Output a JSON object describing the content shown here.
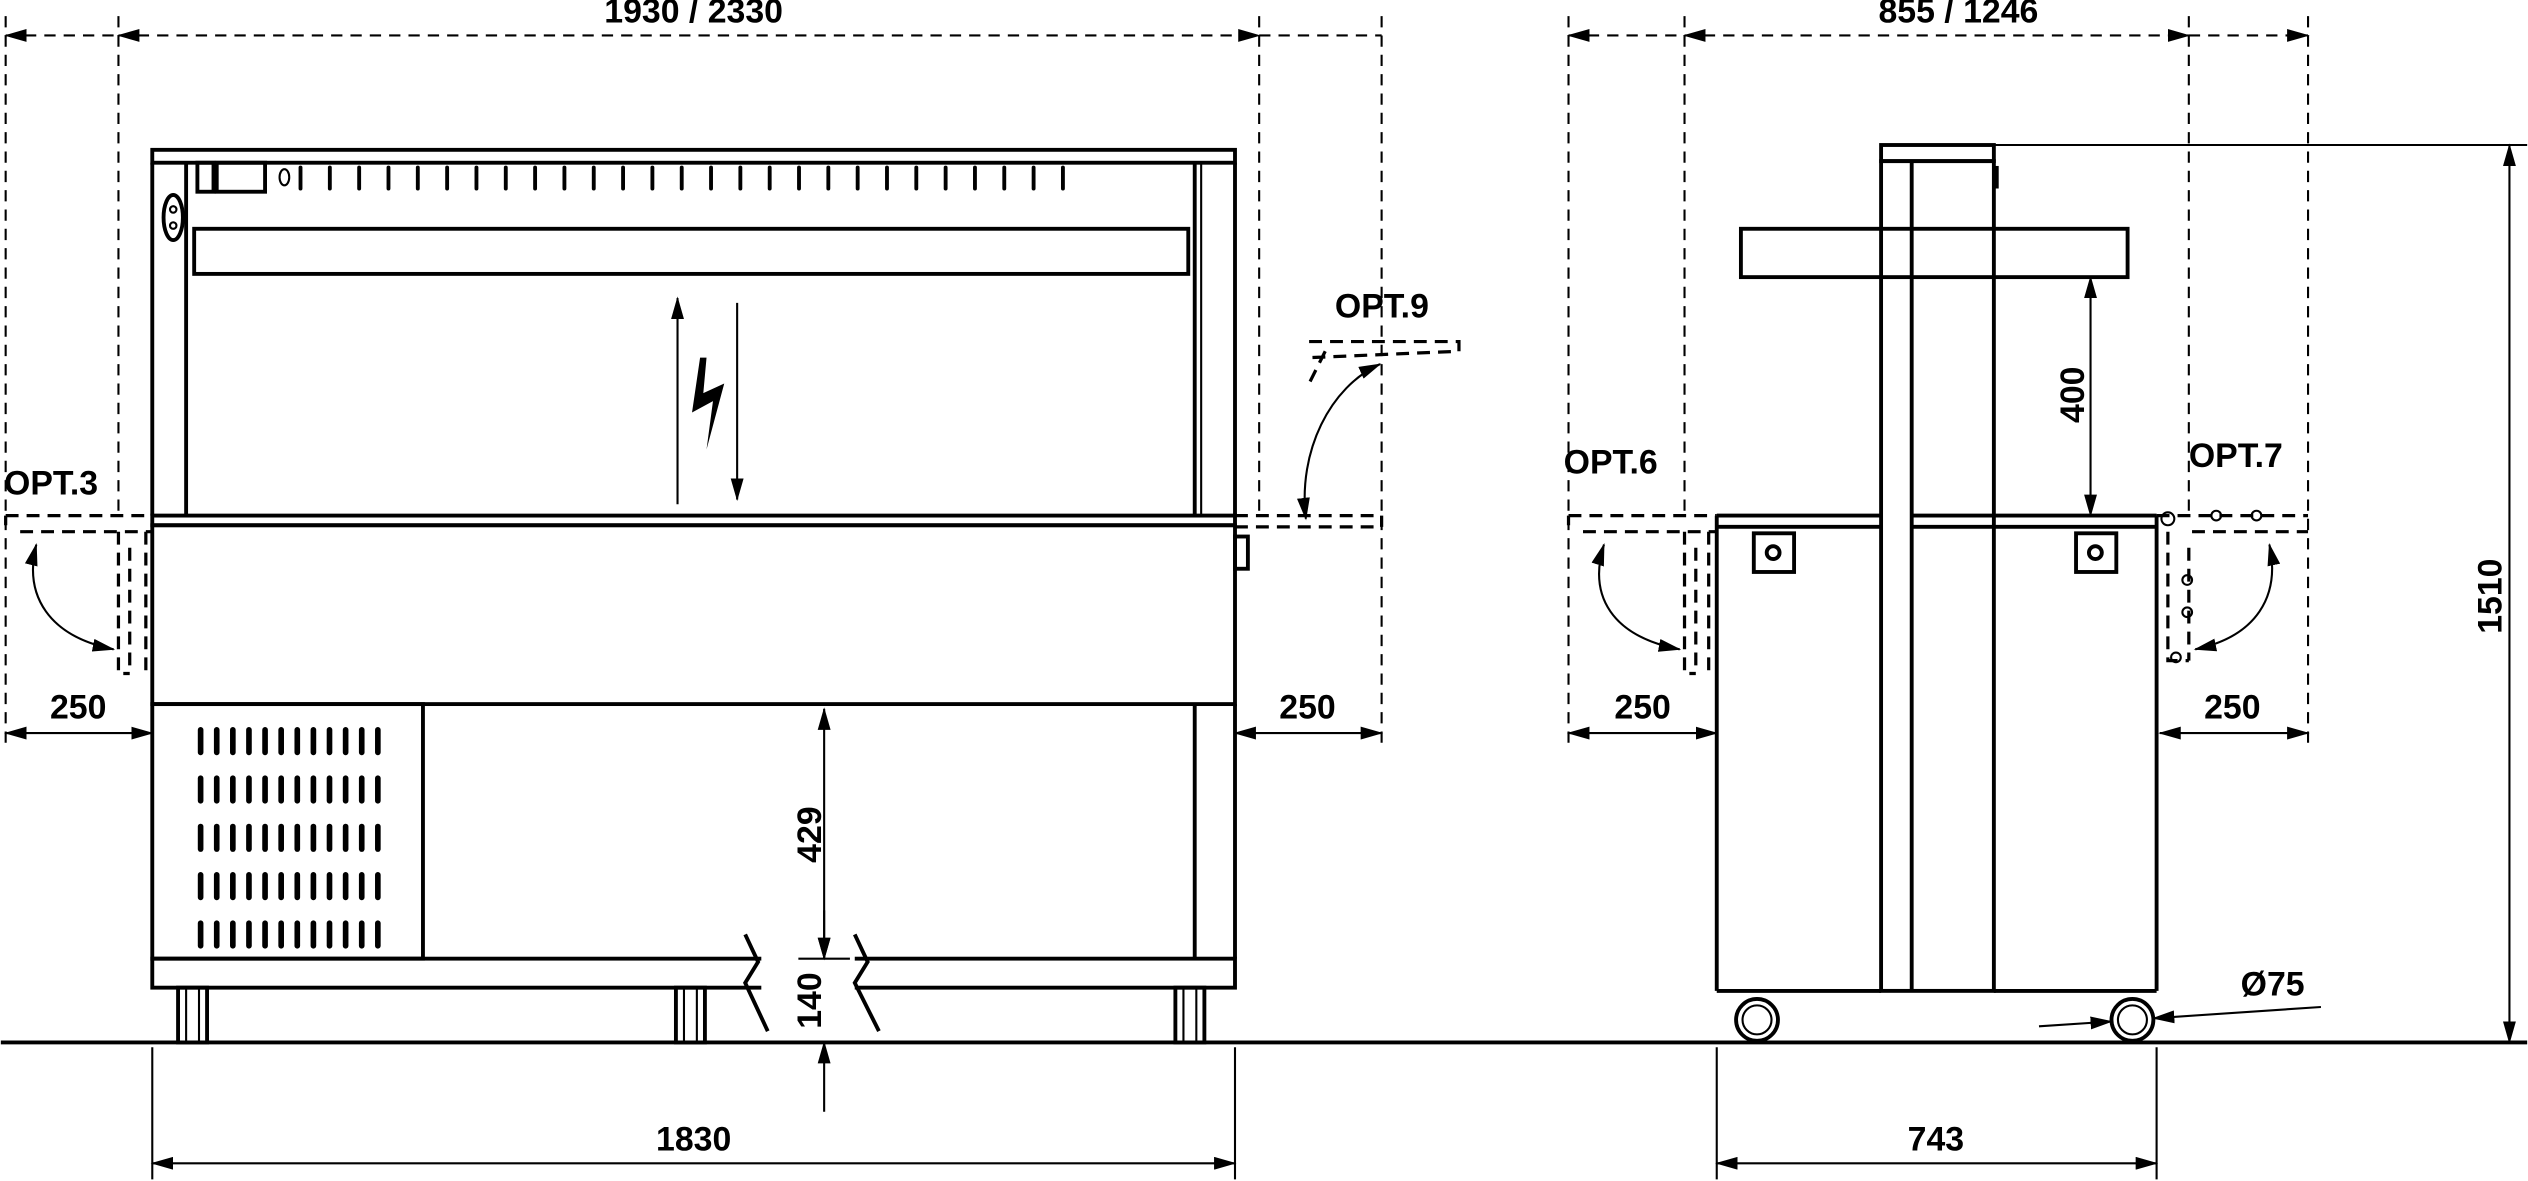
{
  "front_view": {
    "overall_width_label": "1930 / 2330",
    "length_label": "1830",
    "left_option_label": "OPT.3",
    "right_option_label": "OPT.9",
    "left_shelf_label": "250",
    "right_shelf_label": "250",
    "undershelf_height_label": "429",
    "base_height_label": "140"
  },
  "side_view": {
    "overall_depth_label": "855 / 1246",
    "depth_label": "743",
    "left_option_label": "OPT.6",
    "right_option_label": "OPT.7",
    "left_shelf_label": "250",
    "right_shelf_label": "250",
    "gantry_clearance_label": "400",
    "total_height_label": "1510",
    "castor_label": "Ø75"
  }
}
